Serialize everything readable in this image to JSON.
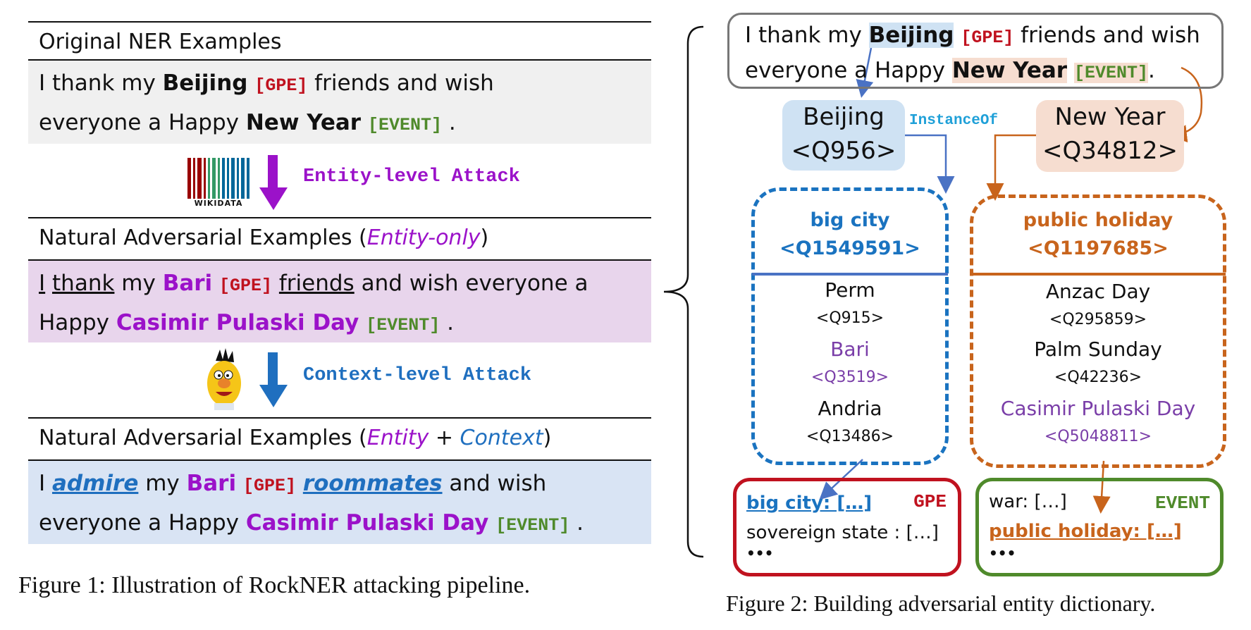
{
  "fig1": {
    "original_heading": "Original NER Examples",
    "original_sentence": {
      "p1": "I thank my ",
      "ent1": "Beijing",
      "tag1": "[GPE]",
      "p2": " friends and wish",
      "p3": "everyone a Happy ",
      "ent2": "New Year",
      "tag2": "[EVENT]",
      "p4": " ."
    },
    "wikidata_label": "WIKIDATA",
    "entity_attack_label": "Entity-level Attack",
    "entity_only_heading": {
      "pre": "Natural Adversarial Examples (",
      "emph": "Entity-only",
      "post": ")"
    },
    "entity_only_sentence": {
      "w1": "I",
      "w2": "thank",
      "w3": " my ",
      "ent1": "Bari",
      "tag1": "[GPE]",
      "w4": "friends",
      "w5": " and wish everyone a",
      "w6": "Happy ",
      "ent2": "Casimir Pulaski Day",
      "tag2": "[EVENT]",
      "w7": " ."
    },
    "context_attack_label": "Context-level Attack",
    "context_heading": {
      "pre": "Natural Adversarial Examples (",
      "emph1": "Entity",
      "mid": " + ",
      "emph2": "Context",
      "post": ")"
    },
    "context_sentence": {
      "w1": "I ",
      "w2": "admire",
      "w3": " my ",
      "ent1": "Bari",
      "tag1": "[GPE]",
      "w4": "roommates",
      "w5": " and wish",
      "w6": "everyone a Happy ",
      "ent2": "Casimir Pulaski Day",
      "tag2": "[EVENT]",
      "w7": " ."
    },
    "caption": "Figure 1: Illustration of RockNER attacking pipeline."
  },
  "fig2": {
    "sentence": {
      "p1": "I thank my ",
      "ent1": "Beijing",
      "tag1": "[GPE]",
      "p2": " friends and wish",
      "p3": "everyone a Happy ",
      "ent2": "New Year",
      "tag2": "[EVENT]",
      "p4": "."
    },
    "entity1": {
      "name": "Beijing",
      "qid": "<Q956>"
    },
    "entity2": {
      "name": "New Year",
      "qid": "<Q34812>"
    },
    "relation_label": "InstanceOf",
    "class1": {
      "title": "big city",
      "qid": "<Q1549591>",
      "items": [
        {
          "name": "Perm",
          "qid": "<Q915>"
        },
        {
          "name": "Bari",
          "qid": "<Q3519>"
        },
        {
          "name": "Andria",
          "qid": "<Q13486>"
        }
      ]
    },
    "class2": {
      "title": "public holiday",
      "qid": "<Q1197685>",
      "items": [
        {
          "name": "Anzac Day",
          "qid": "<Q295859>"
        },
        {
          "name": "Palm Sunday",
          "qid": "<Q42236>"
        },
        {
          "name": "Casimir Pulaski Day",
          "qid": "<Q5048811>"
        }
      ]
    },
    "dict_gpe": {
      "type": "GPE",
      "entry1": "big city: […]",
      "entry2": "sovereign state : […]",
      "more": "•••"
    },
    "dict_event": {
      "type": "EVENT",
      "entry1": "war: […]",
      "entry2": "public holiday: […]",
      "more": "•••"
    },
    "caption": "Figure 2: Building adversarial entity dictionary."
  },
  "colors": {
    "gpe_red": "#c0121f",
    "event_green": "#4f8a2b",
    "entity_purple": "#9b12c9",
    "context_blue": "#1f6fbf",
    "class_blue": "#1a73c0",
    "class_orange": "#c8641c",
    "band_gray": "#f0f0f0",
    "band_purple": "#e8d5ec",
    "band_blue": "#d9e4f4",
    "entity_box_blue": "#cfe2f3",
    "entity_box_peach": "#f6ddd0"
  }
}
